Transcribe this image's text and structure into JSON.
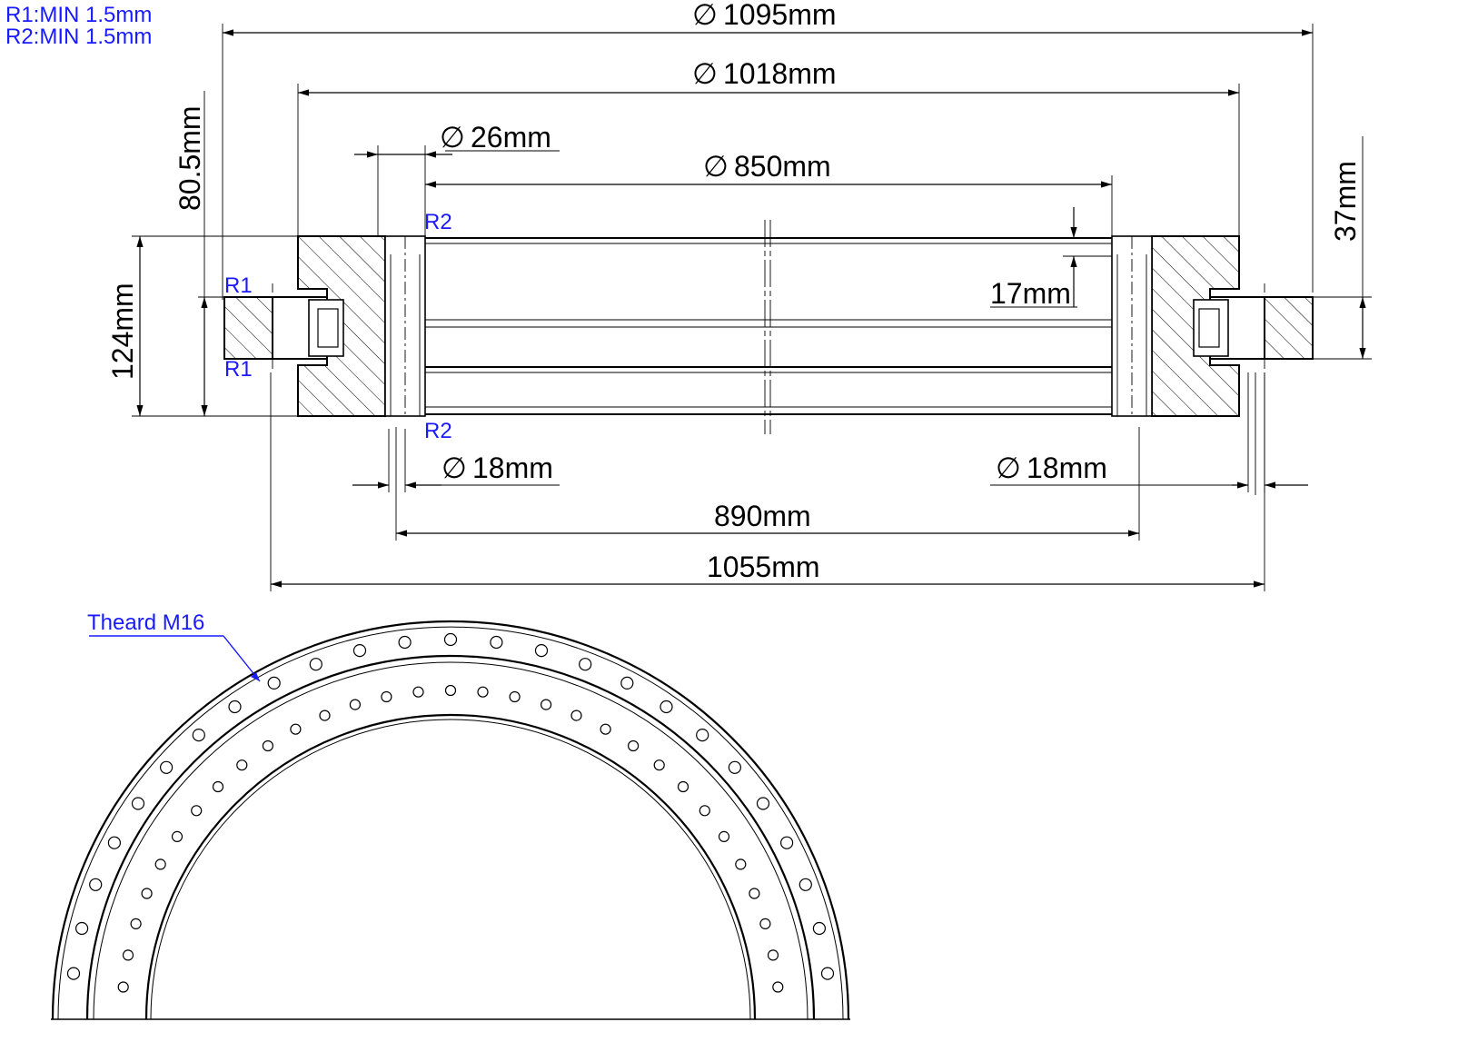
{
  "notes": {
    "r1": "R1:MIN 1.5mm",
    "r2": "R2:MIN 1.5mm",
    "thread": "Theard M16"
  },
  "dimensions": {
    "d1095": "1095mm",
    "d1018": "1018mm",
    "d26": "26mm",
    "d850": "850mm",
    "h80_5": "80.5mm",
    "h124": "124mm",
    "h37": "37mm",
    "h17": "17mm",
    "d18_left": "18mm",
    "d18_right": "18mm",
    "w890": "890mm",
    "w1055": "1055mm"
  },
  "radius_labels": {
    "r1_top": "R1",
    "r1_bottom": "R1",
    "r2_top": "R2",
    "r2_bottom": "R2"
  },
  "symbols": {
    "diameter": "∅"
  },
  "colors": {
    "annotation": "#1a1aff",
    "line": "#000000"
  }
}
